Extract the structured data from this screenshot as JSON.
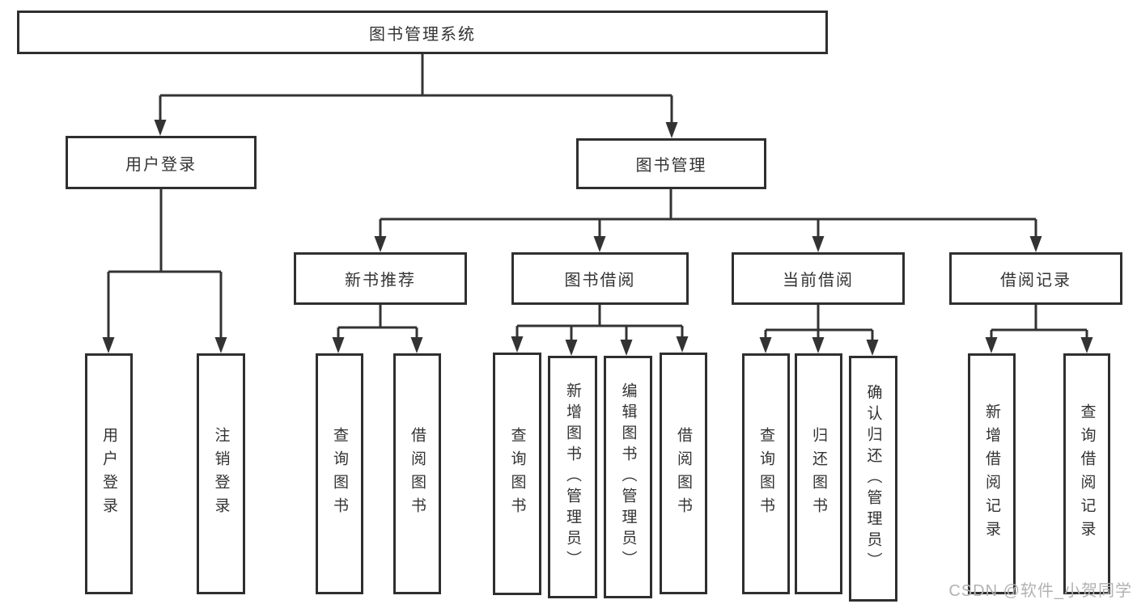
{
  "diagram": {
    "root": {
      "label": "图书管理系统"
    },
    "branches": [
      {
        "label": "用户登录",
        "children": [
          {
            "label": "用户登录"
          },
          {
            "label": "注销登录"
          }
        ]
      },
      {
        "label": "图书管理",
        "children": [
          {
            "label": "新书推荐",
            "children": [
              {
                "label": "查询图书"
              },
              {
                "label": "借阅图书"
              }
            ]
          },
          {
            "label": "图书借阅",
            "children": [
              {
                "label": "查询图书"
              },
              {
                "label": "新增图书（管理员）"
              },
              {
                "label": "编辑图书（管理员）"
              },
              {
                "label": "借阅图书"
              }
            ]
          },
          {
            "label": "当前借阅",
            "children": [
              {
                "label": "查询图书"
              },
              {
                "label": "归还图书"
              },
              {
                "label": "确认归还（管理员）"
              }
            ]
          },
          {
            "label": "借阅记录",
            "children": [
              {
                "label": "新增借阅记录"
              },
              {
                "label": "查询借阅记录"
              }
            ]
          }
        ]
      }
    ],
    "colors": {
      "line": "#333333",
      "border": "#2f2f2f",
      "text": "#333333",
      "background": "#ffffff",
      "watermark": "#b2b2b2"
    }
  },
  "watermark": {
    "text": "CSDN @软件_小贺同学"
  }
}
